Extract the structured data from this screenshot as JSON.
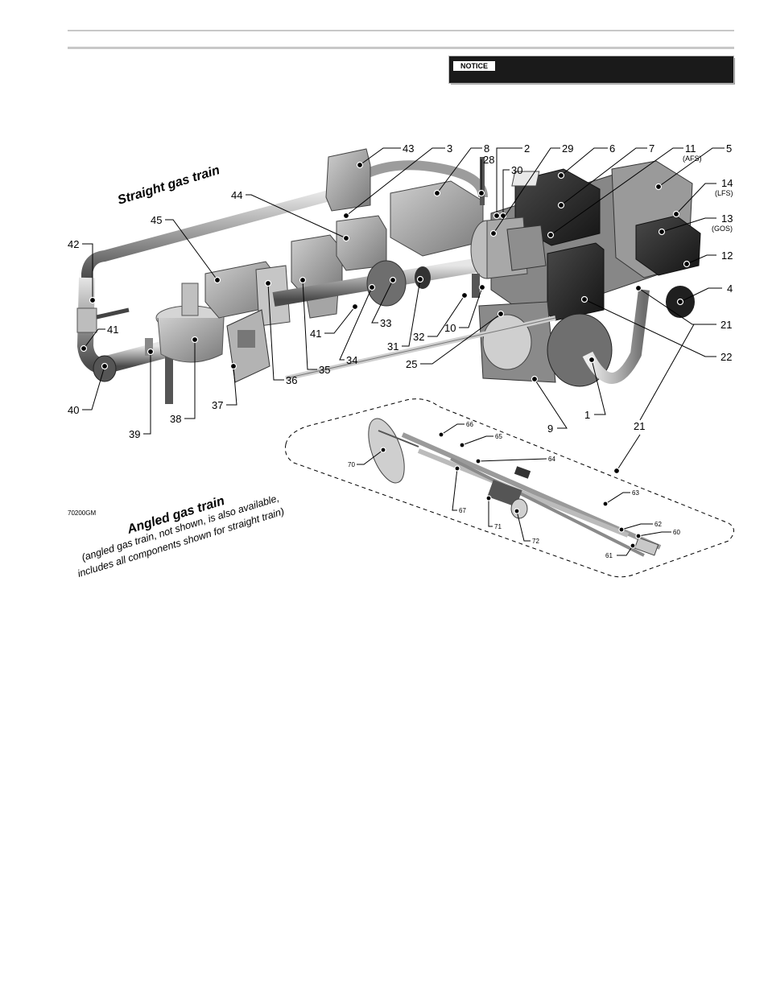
{
  "notice": {
    "tag": "NOTICE"
  },
  "figure": {
    "straight_title": "Straight gas train",
    "angled_title": "Angled gas train",
    "angled_note_1": "(angled gas train, not shown, is also available,",
    "angled_note_2": "includes all components shown for straight train)",
    "figure_code": "70200GM"
  },
  "callouts": {
    "c1": "1",
    "c2": "2",
    "c3": "3",
    "c4": "4",
    "c5": "5",
    "c6": "6",
    "c7": "7",
    "c8": "8",
    "c9": "9",
    "c10": "10",
    "c11": "11",
    "c11_sub": "(AFS)",
    "c12": "12",
    "c13": "13",
    "c13_sub": "(GOS)",
    "c14": "14",
    "c14_sub": "(LFS)",
    "c21a": "21",
    "c21b": "21",
    "c22": "22",
    "c25": "25",
    "c28": "28",
    "c29": "29",
    "c30": "30",
    "c31": "31",
    "c32": "32",
    "c33": "33",
    "c34": "34",
    "c35": "35",
    "c36": "36",
    "c37": "37",
    "c38": "38",
    "c39": "39",
    "c40": "40",
    "c41a": "41",
    "c41b": "41",
    "c42": "42",
    "c43": "43",
    "c44": "44",
    "c45": "45",
    "c60": "60",
    "c61": "61",
    "c62": "62",
    "c63": "63",
    "c64": "64",
    "c65": "65",
    "c66": "66",
    "c67": "67",
    "c70": "70",
    "c71": "71",
    "c72": "72"
  }
}
